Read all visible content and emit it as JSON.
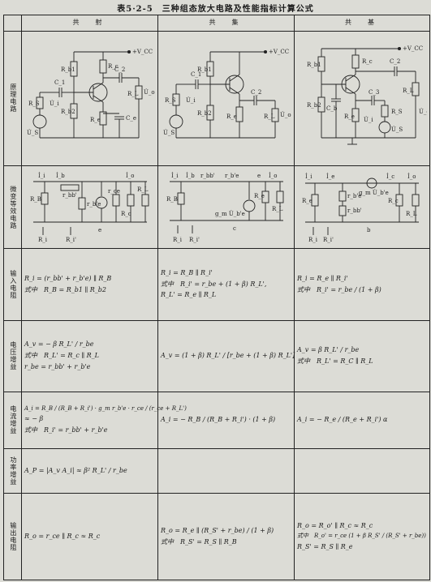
{
  "title": "表5·2-5　三种组态放大电路及性能指标计算公式",
  "headers": [
    "共　射",
    "共　集",
    "共　基"
  ],
  "rows": [
    {
      "label": "原理电路",
      "cells": [
        {
          "circuit": "ce_basic",
          "labels": {
            "vcc": "+V_CC",
            "rb1": "R_b1",
            "rb2": "R_b2",
            "rc": "R_c",
            "re": "R_e",
            "ce": "C_e",
            "c1": "C_1",
            "c2": "C_2",
            "rs": "R_S",
            "rl": "R_L",
            "ui": "U̇_i",
            "uo": "U̇_o",
            "us": "U̇_S"
          }
        },
        {
          "circuit": "cc_basic",
          "labels": {
            "vcc": "+V_CC",
            "rb1": "R_b1",
            "rb2": "R_b2",
            "re": "R_e",
            "c1": "C_1",
            "c2": "C_2",
            "rs": "R_S",
            "rl": "R_L",
            "ui": "U̇_i",
            "uo": "U̇_o",
            "us": "U̇_S"
          }
        },
        {
          "circuit": "cb_basic",
          "labels": {
            "vcc": "+V_CC",
            "rb1": "R_b1",
            "rb2": "R_b2",
            "rc": "R_c",
            "re": "R_e",
            "cb": "C_b",
            "c2": "C_2",
            "c3": "C_3",
            "rs": "R_S",
            "rl": "R_L",
            "ui": "U̇_i",
            "uo": "U̇_o",
            "us": "U̇_S"
          }
        }
      ]
    },
    {
      "label": "微变等效电路",
      "cells": [
        {
          "circuit": "ce_equiv",
          "labels": {
            "ii": "İ_i",
            "ib": "İ_b",
            "io": "İ_o",
            "rbb": "r_bb'",
            "rbe": "r_b'e",
            "rce": "r_ce",
            "rb": "R_B",
            "rc": "R_c",
            "rl": "R_L",
            "ri": "R_i",
            "rip": "R_i'",
            "e": "e"
          }
        },
        {
          "circuit": "cc_equiv",
          "labels": {
            "ii": "İ_i",
            "ib": "İ_b",
            "rbb": "r_bb'",
            "rbe": "r_b'e",
            "io": "İ_o",
            "rb": "R_B",
            "re": "R_e",
            "rl": "R_L",
            "gm": "g_m U̇_b'e",
            "ri": "R_i",
            "rip": "R_i'",
            "c": "c",
            "e": "e"
          }
        },
        {
          "circuit": "cb_equiv",
          "labels": {
            "ie": "İ_e",
            "ic": "İ_c",
            "io": "İ_o",
            "ii": "İ_i",
            "re": "R_e",
            "rbe": "r_b'e",
            "rbb": "r_bb'",
            "rc": "R_c",
            "rl": "R_L",
            "gm": "g_m U̇_b'e",
            "ri": "R_i",
            "rip": "R_i'",
            "b": "b"
          }
        }
      ]
    },
    {
      "label": "输入电阻",
      "cells": [
        {
          "formulas": [
            "R_i = (r_bb' + r_b'e) ∥ R_B",
            "式中　R_B = R_b1 ∥ R_b2"
          ]
        },
        {
          "formulas": [
            "R_i = R_B ∥ R_i'",
            "式中　R_i' = r_be + (1 + β) R_L',",
            "R_L' = R_e ∥ R_L"
          ]
        },
        {
          "formulas": [
            "R_i = R_e ∥ R_i'",
            "式中　R_i' = r_be / (1 + β)"
          ]
        }
      ]
    },
    {
      "label": "电压增益",
      "cells": [
        {
          "formulas": [
            "A_v = − β R_L' / r_be",
            "式中　R_L' = R_c ∥ R_L",
            "r_be = r_bb' + r_b'e"
          ]
        },
        {
          "formulas": [
            "A_v = (1 + β) R_L' / [r_be + (1 + β) R_L']"
          ]
        },
        {
          "formulas": [
            "A_v = β R_L' / r_be",
            "式中　R_L' = R_C ∥ R_L"
          ]
        }
      ]
    },
    {
      "label": "电流增益",
      "cells": [
        {
          "formulas": [
            "A_i = R_B / (R_B + R_i') · g_m r_b'e · r_ce / (r_ce + R_L')",
            "≈ − β",
            "式中　R_i' = r_bb' + r_b'e"
          ]
        },
        {
          "formulas": [
            "A_i = − R_B / (R_B + R_i') · (1 + β)"
          ]
        },
        {
          "formulas": [
            "A_i = − R_e / (R_e + R_i') α"
          ]
        }
      ]
    },
    {
      "label": "功率增益",
      "cells": [
        {
          "formulas": [
            "A_P = |A_v A_i| ≈ β² R_L' / r_be"
          ]
        },
        {
          "formulas": []
        },
        {
          "formulas": []
        }
      ]
    },
    {
      "label": "输出电阻",
      "cells": [
        {
          "formulas": [
            "R_o = r_ce ∥ R_c ≈ R_c"
          ]
        },
        {
          "formulas": [
            "R_o = R_e ∥ (R_S' + r_be) / (1 + β)",
            "式中　R_S' = R_S ∥ R_B"
          ]
        },
        {
          "formulas": [
            "R_o = R_o' ∥ R_c ≈ R_c",
            "式中　R_o' = r_ce (1 + β R_S' / (R_S' + r_be))",
            "R_S' = R_S ∥ R_e"
          ]
        }
      ]
    }
  ]
}
